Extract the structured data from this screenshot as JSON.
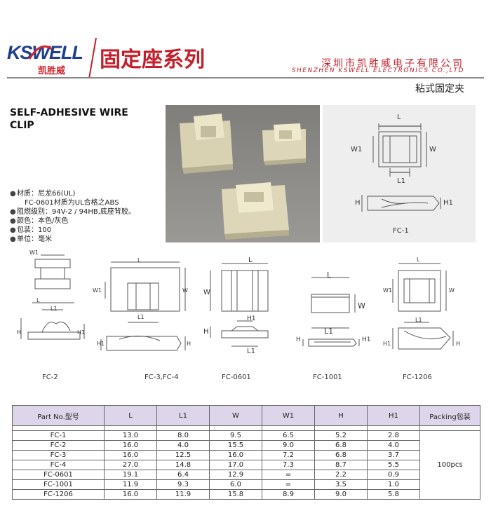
{
  "header": {
    "logo_en": "KSWELL",
    "logo_cn": "凯胜威",
    "series_title": "固定座系列",
    "company_cn": "深圳市凯胜威电子有限公司",
    "company_en": "SHENZHEN KSWELL ELECTRONICS CO.,LTD",
    "subtitle": "粘式固定夹"
  },
  "product": {
    "title_line1": "SELF-ADHESIVE WIRE",
    "title_line2": "CLIP",
    "specs": [
      {
        "text": "材质：尼龙66(UL)"
      },
      {
        "text": "FC-0601材质为UL合格之ABS",
        "indent": true
      },
      {
        "text": "阻燃级别：94V-2 / 94HB,底座背胶。"
      },
      {
        "text": "颜色：本色/灰色"
      },
      {
        "text": "包装：100"
      },
      {
        "text": "单位：毫米"
      }
    ]
  },
  "diagram_letters": {
    "L": "L",
    "L1": "L1",
    "W": "W",
    "W1": "W1",
    "H": "H",
    "H1": "H1"
  },
  "diagrams": {
    "fc1": "FC-1",
    "fc2": "FC-2",
    "fc34": "FC-3,FC-4",
    "fc0601": "FC-0601",
    "fc1001": "FC-1001",
    "fc1206": "FC-1206"
  },
  "table": {
    "headers": [
      "Part No.型号",
      "L",
      "L1",
      "W",
      "W1",
      "H",
      "H1",
      "Packing包装"
    ],
    "rows": [
      [
        "FC-1",
        "13.0",
        "8.0",
        "9.5",
        "6.5",
        "5.2",
        "2.8"
      ],
      [
        "FC-2",
        "16.0",
        "4.0",
        "15.5",
        "9.0",
        "6.8",
        "4.0"
      ],
      [
        "FC-3",
        "16.0",
        "12.5",
        "16.0",
        "7.2",
        "6.8",
        "3.7"
      ],
      [
        "FC-4",
        "27.0",
        "14.8",
        "17.0",
        "7.3",
        "8.7",
        "5.5"
      ],
      [
        "FC-0601",
        "19.1",
        "6.4",
        "12.9",
        "=",
        "2.2",
        "0.9"
      ],
      [
        "FC-1001",
        "11.9",
        "9.3",
        "6.0",
        "=",
        "3.5",
        "1.0"
      ],
      [
        "FC-1206",
        "16.0",
        "11.9",
        "15.8",
        "8.9",
        "9.0",
        "5.8"
      ]
    ],
    "packing": "100pcs"
  },
  "colors": {
    "brand_blue": "#1f3f8c",
    "brand_red": "#c41e2a",
    "table_header": "#ddd6ea"
  }
}
